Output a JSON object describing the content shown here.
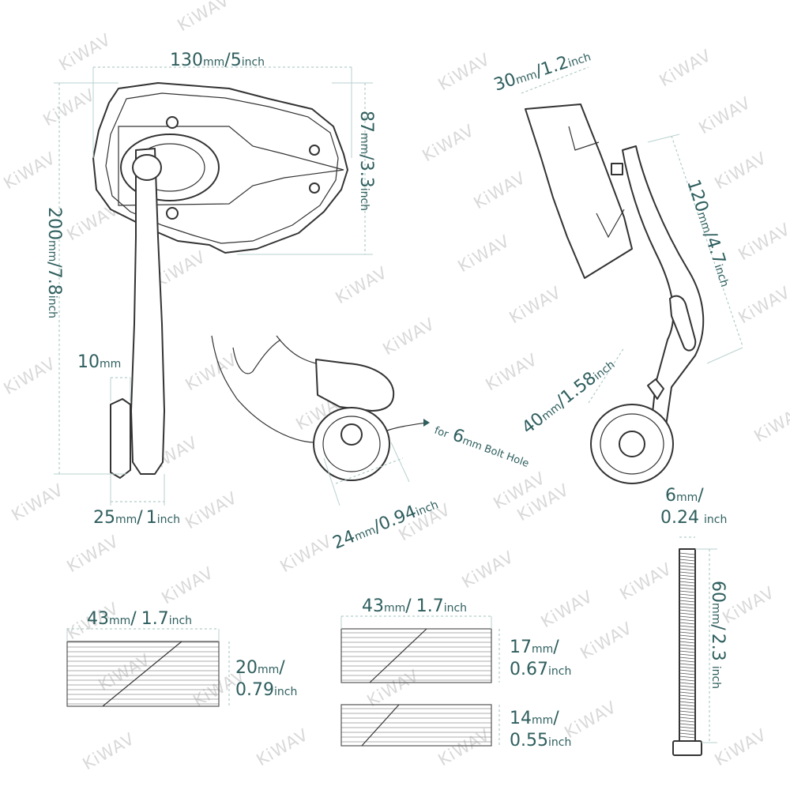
{
  "watermark": "KiWAV",
  "colors": {
    "dimension_text": "#2f5e5e",
    "dimension_line": "#9fc1bd",
    "outline": "#333333",
    "watermark": "#d9d9d9"
  },
  "labels": {
    "mirror_width": {
      "value": "130",
      "unit": "mm",
      "sep": "/",
      "value2": "5",
      "unit2": "inch"
    },
    "mirror_height": {
      "value": "87",
      "unit": "mm",
      "sep": "/",
      "value2": "3.3",
      "unit2": "inch"
    },
    "total_length": {
      "value": "200",
      "unit": "mm",
      "sep": "/",
      "value2": "7.8",
      "unit2": "inch"
    },
    "arm_thickness": {
      "value": "10",
      "unit": "mm"
    },
    "arm_width": {
      "value": "25",
      "unit": "mm",
      "sep": "/",
      "value2": "1",
      "unit2": "inch"
    },
    "bolt_hole": {
      "text1": "for",
      "value": "6",
      "unit": "mm",
      "text2": "Bolt Hole"
    },
    "clamp_diameter": {
      "value": "24",
      "unit": "mm",
      "sep": "/",
      "value2": "0.94",
      "unit2": "inch"
    },
    "mirror_depth": {
      "value": "30",
      "unit": "mm",
      "sep": "/",
      "value2": "1.2",
      "unit2": "inch"
    },
    "arm_height": {
      "value": "120",
      "unit": "mm",
      "sep": "/",
      "value2": "4.7",
      "unit2": "inch"
    },
    "base_width": {
      "value": "40",
      "unit": "mm",
      "sep": "/",
      "value2": "1.58",
      "unit2": "inch"
    },
    "bolt_diameter": {
      "value": "6",
      "unit": "mm",
      "sep": "/",
      "value2": "0.24",
      "unit2": "inch"
    },
    "bolt_length": {
      "value": "60",
      "unit": "mm",
      "sep": "/",
      "value2": "2.3",
      "unit2": "inch"
    },
    "shim1_width": {
      "value": "43",
      "unit": "mm",
      "sep": "/",
      "value2": "1.7",
      "unit2": "inch"
    },
    "shim1_height": {
      "value": "20",
      "unit": "mm",
      "sep": "/",
      "value2": "0.79",
      "unit2": "inch"
    },
    "shim2_width": {
      "value": "43",
      "unit": "mm",
      "sep": "/",
      "value2": "1.7",
      "unit2": "inch"
    },
    "shim2_height": {
      "value": "17",
      "unit": "mm",
      "sep": "/",
      "value2": "0.67",
      "unit2": "inch"
    },
    "shim3_height": {
      "value": "14",
      "unit": "mm",
      "sep": "/",
      "value2": "0.55",
      "unit2": "inch"
    }
  }
}
